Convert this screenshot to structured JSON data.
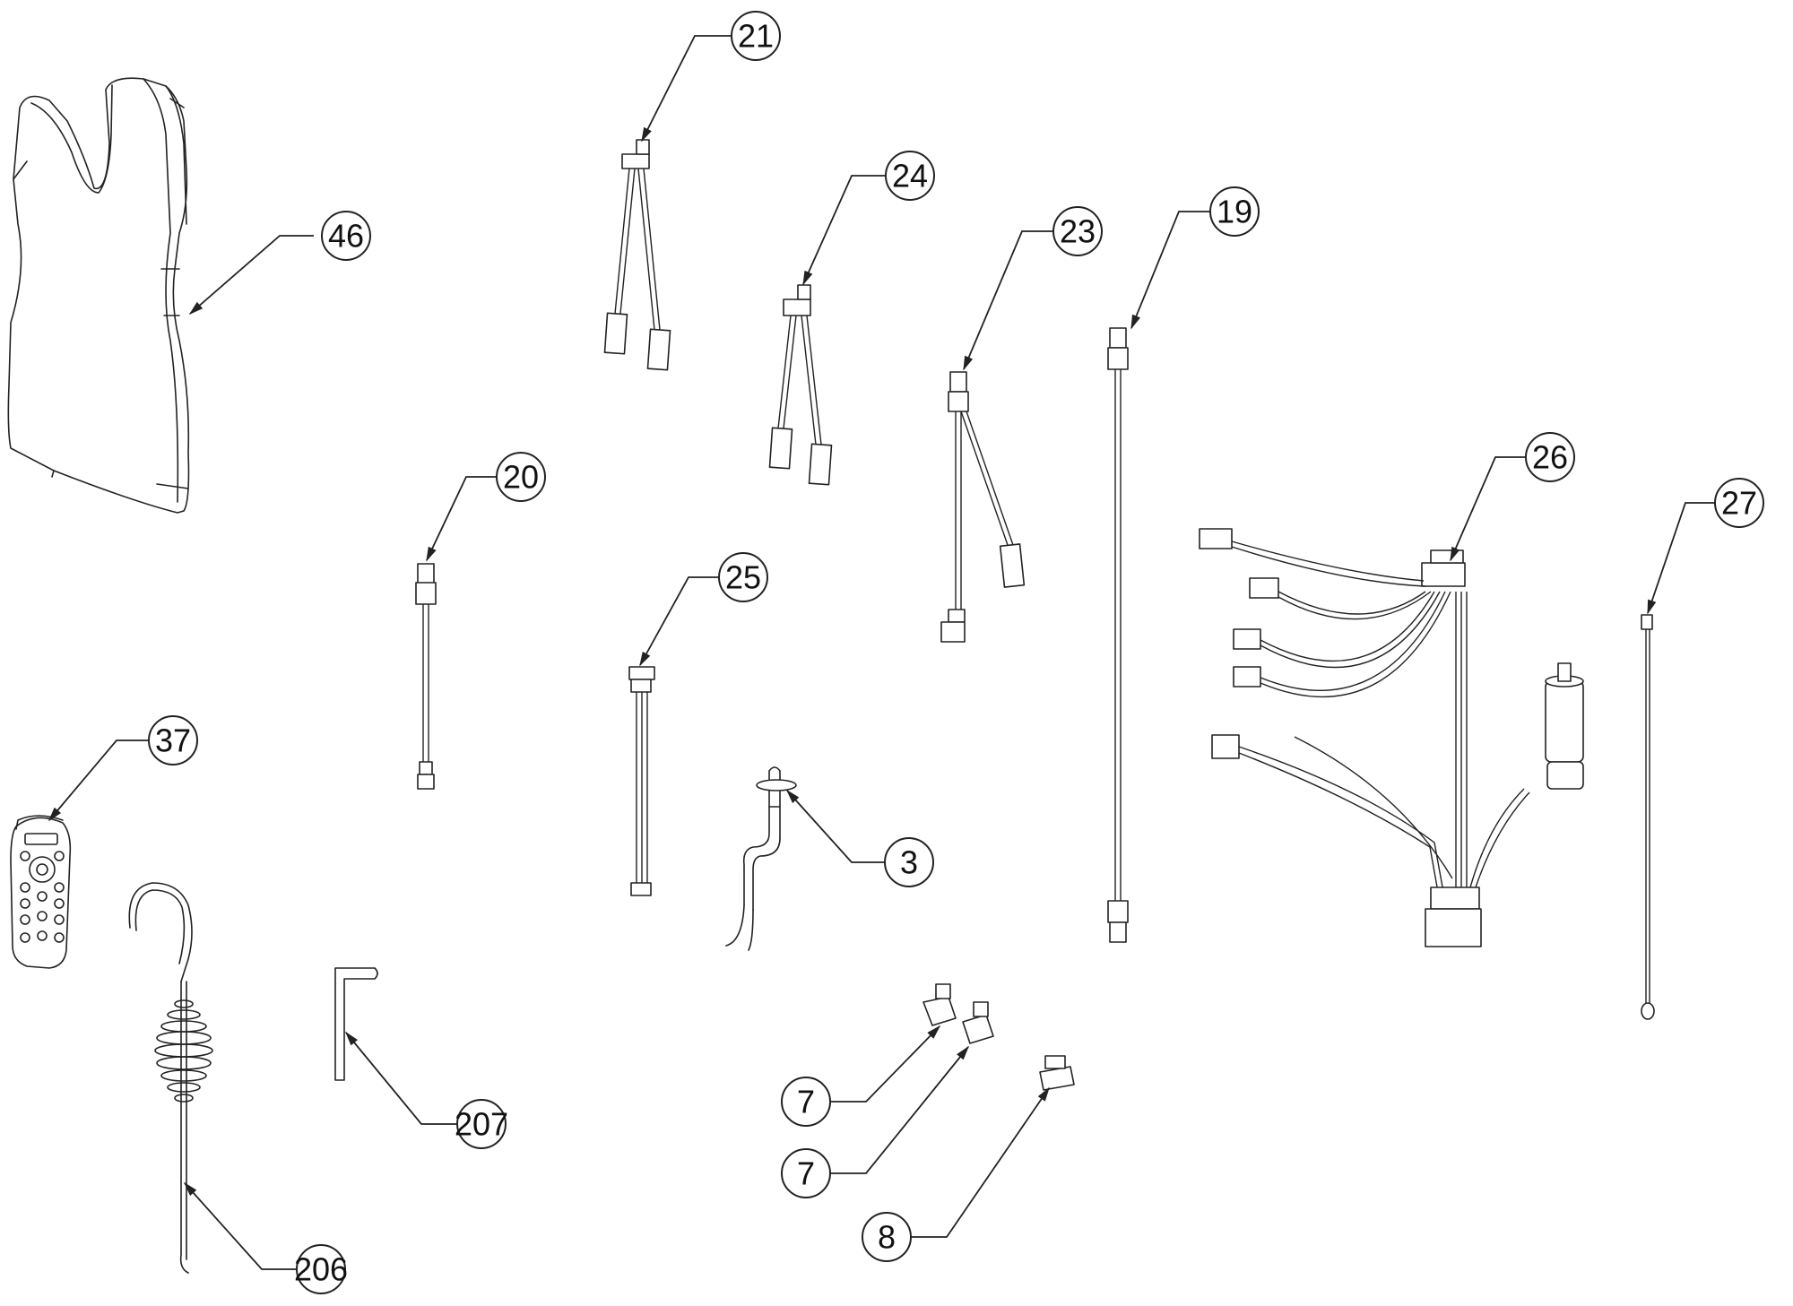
{
  "diagram": {
    "callouts": [
      {
        "id": "c21",
        "label": "21"
      },
      {
        "id": "c24",
        "label": "24"
      },
      {
        "id": "c46",
        "label": "46"
      },
      {
        "id": "c23",
        "label": "23"
      },
      {
        "id": "c19",
        "label": "19"
      },
      {
        "id": "c20",
        "label": "20"
      },
      {
        "id": "c26",
        "label": "26"
      },
      {
        "id": "c27",
        "label": "27"
      },
      {
        "id": "c25",
        "label": "25"
      },
      {
        "id": "c37",
        "label": "37"
      },
      {
        "id": "c3",
        "label": "3"
      },
      {
        "id": "c207",
        "label": "207"
      },
      {
        "id": "c7a",
        "label": "7"
      },
      {
        "id": "c7b",
        "label": "7"
      },
      {
        "id": "c8",
        "label": "8"
      },
      {
        "id": "c206",
        "label": "206"
      }
    ]
  }
}
